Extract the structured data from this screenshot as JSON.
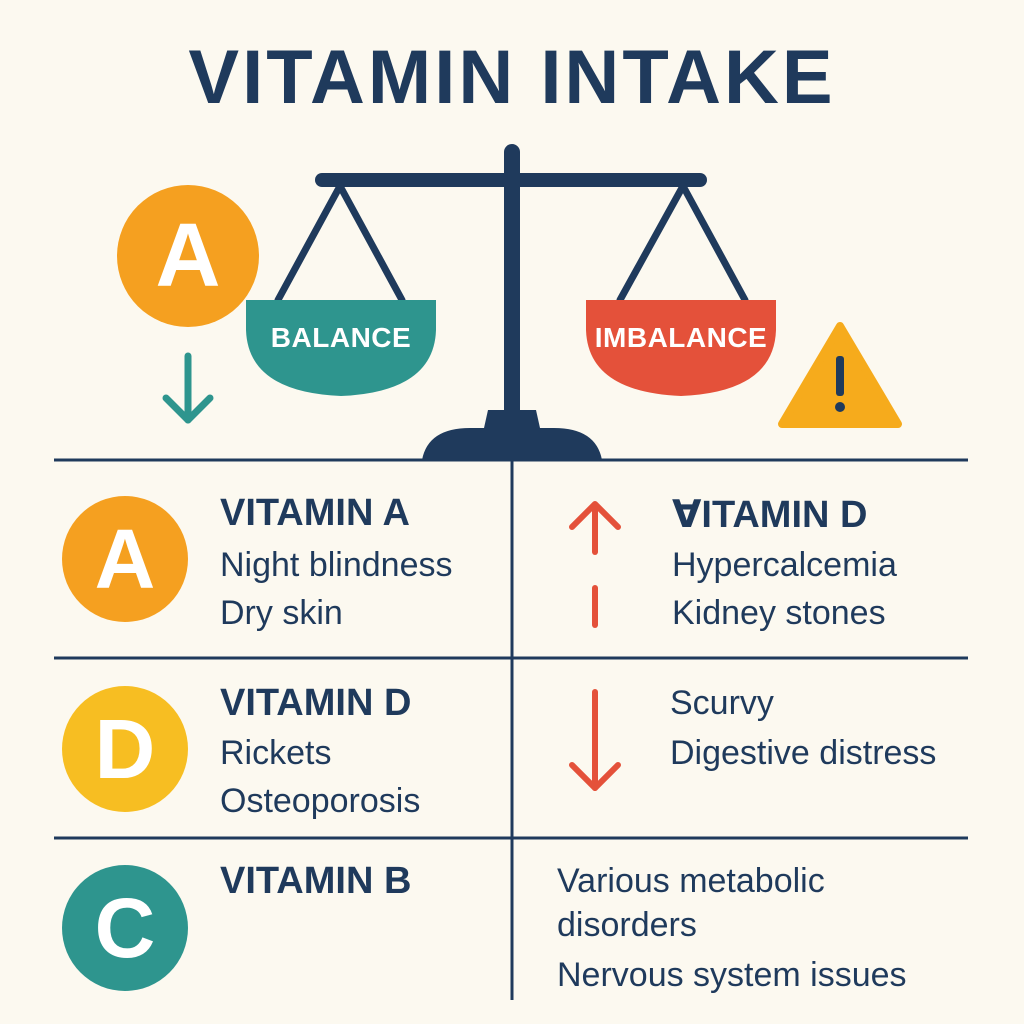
{
  "title": "VITAMIN INTAKE",
  "scale": {
    "left_pan_label": "BALANCE",
    "right_pan_label": "IMBALANCE"
  },
  "top_badge": {
    "letter": "A"
  },
  "colors": {
    "navy": "#1f3a5c",
    "orange": "#f5a020",
    "yellow": "#f7be22",
    "teal": "#2e958e",
    "red": "#e4513a",
    "warning": "#f6ab1c"
  },
  "icons": {
    "top_arrow": "arrow-down-icon",
    "warning": "warning-icon",
    "row1_arrow": "arrow-up-icon",
    "row2_arrow": "arrow-down-icon"
  },
  "rows": [
    {
      "badge": "A",
      "left_heading": "VITAMIN A",
      "left_items": [
        "Night blindness",
        "Dry skin"
      ],
      "right_heading": "ꓯITAMIN D",
      "right_items": [
        "Hypercalcemia",
        "Kidney stones"
      ]
    },
    {
      "badge": "D",
      "left_heading": "VITAMIN D",
      "left_items": [
        "Rickets",
        "Osteoporosis"
      ],
      "right_heading": "",
      "right_items": [
        "Scurvy",
        "Digestive distress"
      ]
    },
    {
      "badge": "C",
      "left_heading": "VITAMIN B",
      "left_items": [],
      "right_heading": "",
      "right_items": [
        "Various metabolic",
        "disorders",
        "Nervous system issues"
      ]
    }
  ]
}
